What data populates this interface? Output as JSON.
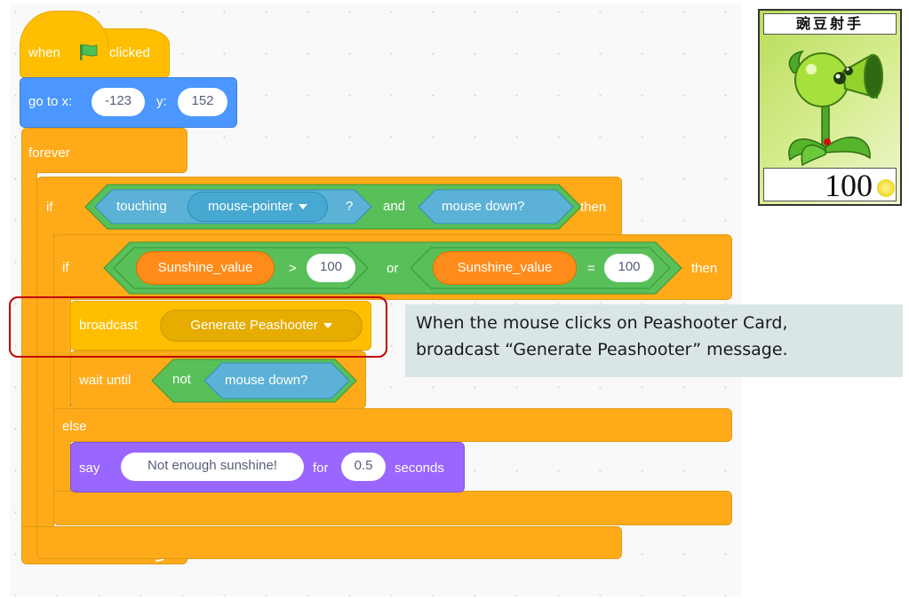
{
  "script": {
    "hat": {
      "label_when": "when",
      "flag_icon": "green-flag-icon",
      "label_clicked": "clicked"
    },
    "goto": {
      "label": "go to x:",
      "x_value": "-123",
      "y_label": "y:",
      "y_value": "152"
    },
    "forever": {
      "label": "forever",
      "loop_icon": "loop-arrow-icon"
    },
    "if_outer": {
      "label": "if",
      "touching_label": "touching",
      "touching_target": "mouse-pointer",
      "question_mark": "?",
      "and_label": "and",
      "mouse_down_label": "mouse down?",
      "then_label": "then"
    },
    "if_inner": {
      "label": "if",
      "left_var": "Sunshine_value",
      "gt_op": ">",
      "gt_value": "100",
      "or_label": "or",
      "right_var": "Sunshine_value",
      "eq_op": "=",
      "eq_value": "100",
      "then_label": "then",
      "else_label": "else"
    },
    "broadcast": {
      "label": "broadcast",
      "message": "Generate Peashooter"
    },
    "wait_until": {
      "label": "wait until",
      "not_label": "not",
      "mouse_down_label": "mouse down?"
    },
    "say": {
      "label": "say",
      "message": "Not enough sunshine!",
      "for_label": "for",
      "seconds_value": "0.5",
      "seconds_label": "seconds"
    }
  },
  "annotation": {
    "line1": "When the mouse clicks on Peashooter Card,",
    "line2": "broadcast “Generate Peashooter” message."
  },
  "card": {
    "title": "豌豆射手",
    "cost": "100",
    "sun_icon": "sun-icon",
    "plant_icon": "peashooter-icon"
  },
  "colors": {
    "events": "#ffbf00",
    "motion": "#4c97ff",
    "control": "#ffab19",
    "looks": "#9966ff",
    "operators": "#59c059",
    "sensing": "#5cb1d6",
    "variables": "#ff8c1a",
    "highlight": "#c00000",
    "note_bg": "#d9e6e5"
  }
}
